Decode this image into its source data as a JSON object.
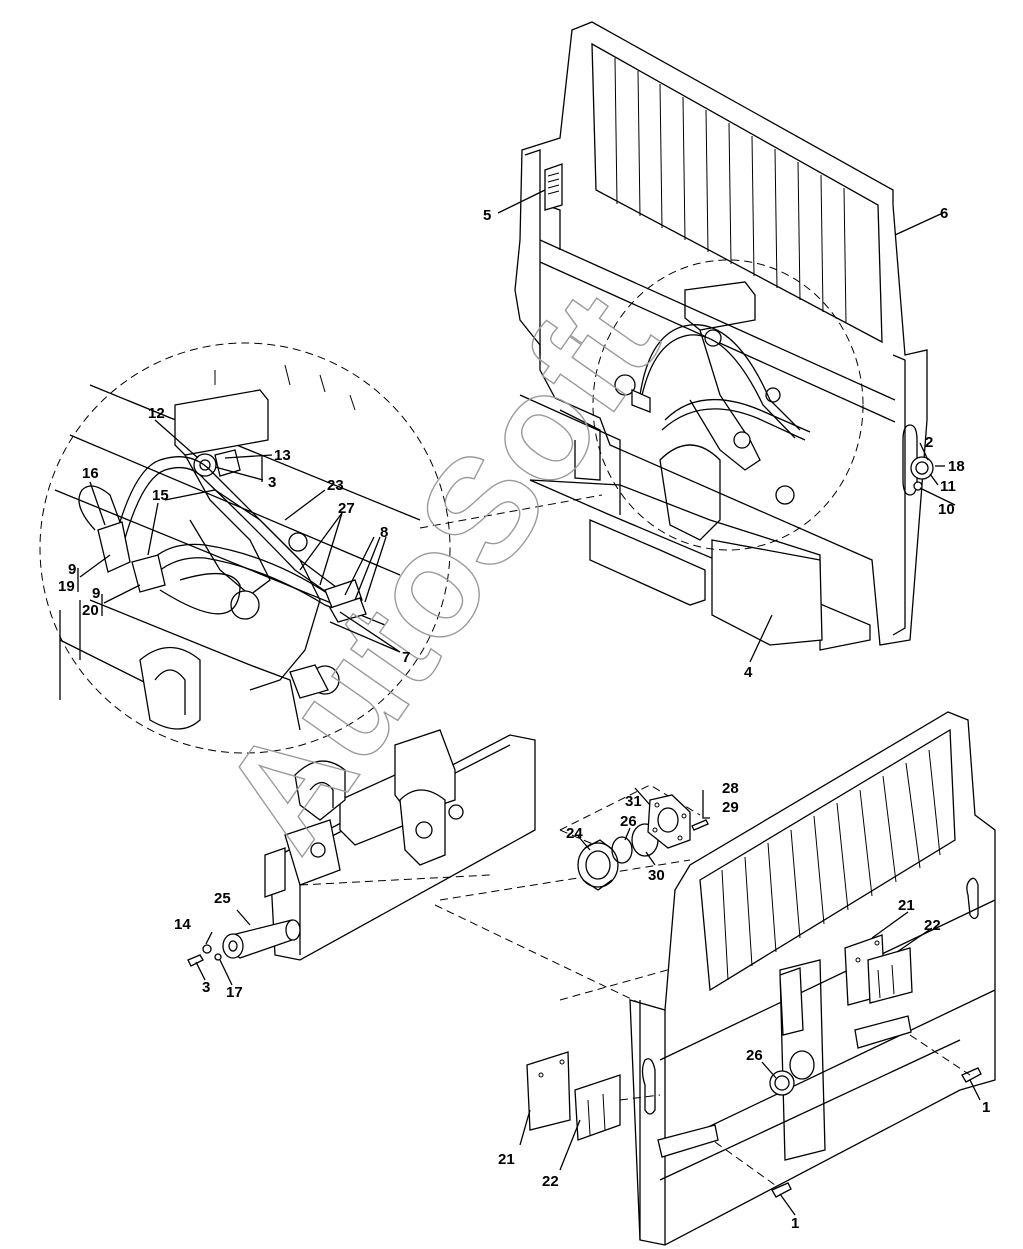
{
  "watermark": "AutoSoft",
  "callouts": {
    "c1a": "1",
    "c1b": "1",
    "c2": "2",
    "c3a": "3",
    "c3b": "3",
    "c4": "4",
    "c5": "5",
    "c6": "6",
    "c7": "7",
    "c8": "8",
    "c9a": "9",
    "c9b": "9",
    "c10": "10",
    "c11": "11",
    "c12": "12",
    "c13": "13",
    "c14": "14",
    "c15": "15",
    "c16": "16",
    "c17": "17",
    "c18": "18",
    "c19": "19",
    "c20": "20",
    "c21a": "21",
    "c21b": "21",
    "c22a": "22",
    "c22b": "22",
    "c23": "23",
    "c24": "24",
    "c25": "25",
    "c26a": "26",
    "c26b": "26",
    "c27": "27",
    "c28": "28",
    "c29": "29",
    "c30": "30",
    "c31": "31"
  }
}
